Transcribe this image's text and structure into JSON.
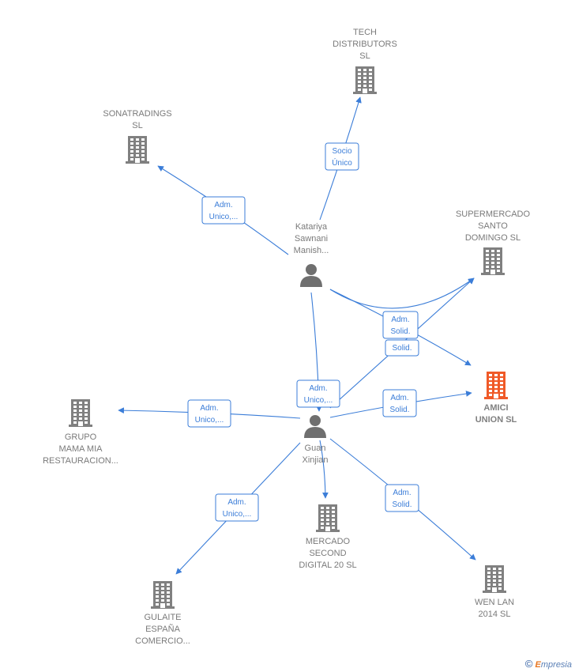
{
  "colors": {
    "edge": "#3b7dd8",
    "company_icon": "#808080",
    "focus_icon": "#f05a28",
    "person_icon": "#6f6f6f",
    "label_text": "#7a7a7a"
  },
  "nodes": [
    {
      "id": "tech",
      "type": "company",
      "lines": [
        "TECH",
        "DISTRIBUTORS",
        "SL"
      ]
    },
    {
      "id": "sona",
      "type": "company",
      "lines": [
        "SONATRADINGS",
        "SL"
      ]
    },
    {
      "id": "super",
      "type": "company",
      "lines": [
        "SUPERMERCADO",
        "SANTO",
        "DOMINGO SL"
      ]
    },
    {
      "id": "amici",
      "type": "focus",
      "lines": [
        "AMICI",
        "UNION  SL"
      ]
    },
    {
      "id": "grupo",
      "type": "company",
      "lines": [
        "GRUPO",
        "MAMA MIA",
        "RESTAURACION..."
      ]
    },
    {
      "id": "mercado",
      "type": "company",
      "lines": [
        "MERCADO",
        "SECOND",
        "DIGITAL 20  SL"
      ]
    },
    {
      "id": "gulaite",
      "type": "company",
      "lines": [
        "GULAITE",
        "ESPAÑA",
        "COMERCIO..."
      ]
    },
    {
      "id": "wenlan",
      "type": "company",
      "lines": [
        "WEN LAN",
        "2014  SL"
      ]
    },
    {
      "id": "katariya",
      "type": "person",
      "lines": [
        "Katariya",
        "Sawnani",
        "Manish..."
      ]
    },
    {
      "id": "guan",
      "type": "person",
      "lines": [
        "Guan",
        "Xinjian"
      ]
    }
  ],
  "edges": [
    {
      "from": "katariya",
      "to": "tech",
      "label": [
        "Socio",
        "Único"
      ]
    },
    {
      "from": "katariya",
      "to": "sona",
      "label": [
        "Adm.",
        "Unico,..."
      ]
    },
    {
      "from": "katariya",
      "to": "super",
      "label": [
        "Adm.",
        "Solid."
      ]
    },
    {
      "from": "katariya",
      "to": "amici",
      "label": [
        "Solid."
      ]
    },
    {
      "from": "katariya",
      "to": "guan",
      "label": []
    },
    {
      "from": "guan",
      "to": "grupo",
      "label": [
        "Adm.",
        "Unico,..."
      ]
    },
    {
      "from": "guan",
      "to": "amici",
      "label": [
        "Adm.",
        "Solid."
      ]
    },
    {
      "from": "guan",
      "to": "super",
      "label": [
        "Adm.",
        "Unico,..."
      ]
    },
    {
      "from": "guan",
      "to": "mercado",
      "label": []
    },
    {
      "from": "guan",
      "to": "gulaite",
      "label": [
        "Adm.",
        "Unico,..."
      ]
    },
    {
      "from": "guan",
      "to": "wenlan",
      "label": [
        "Adm.",
        "Solid."
      ]
    }
  ],
  "credit": {
    "symbol": "©",
    "brand_initial": "E",
    "brand_rest": "mpresia"
  }
}
